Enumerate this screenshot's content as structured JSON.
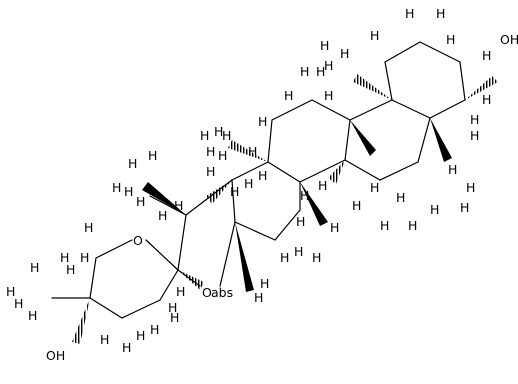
{
  "molecule": {
    "atom_labels": {
      "hydroxyl_a": "OH",
      "hydroxyl_b": "OH",
      "ring_oxygen_pyran": "O",
      "ring_oxygen_furan": "O",
      "abs": "abs",
      "hydrogen": "H"
    }
  }
}
